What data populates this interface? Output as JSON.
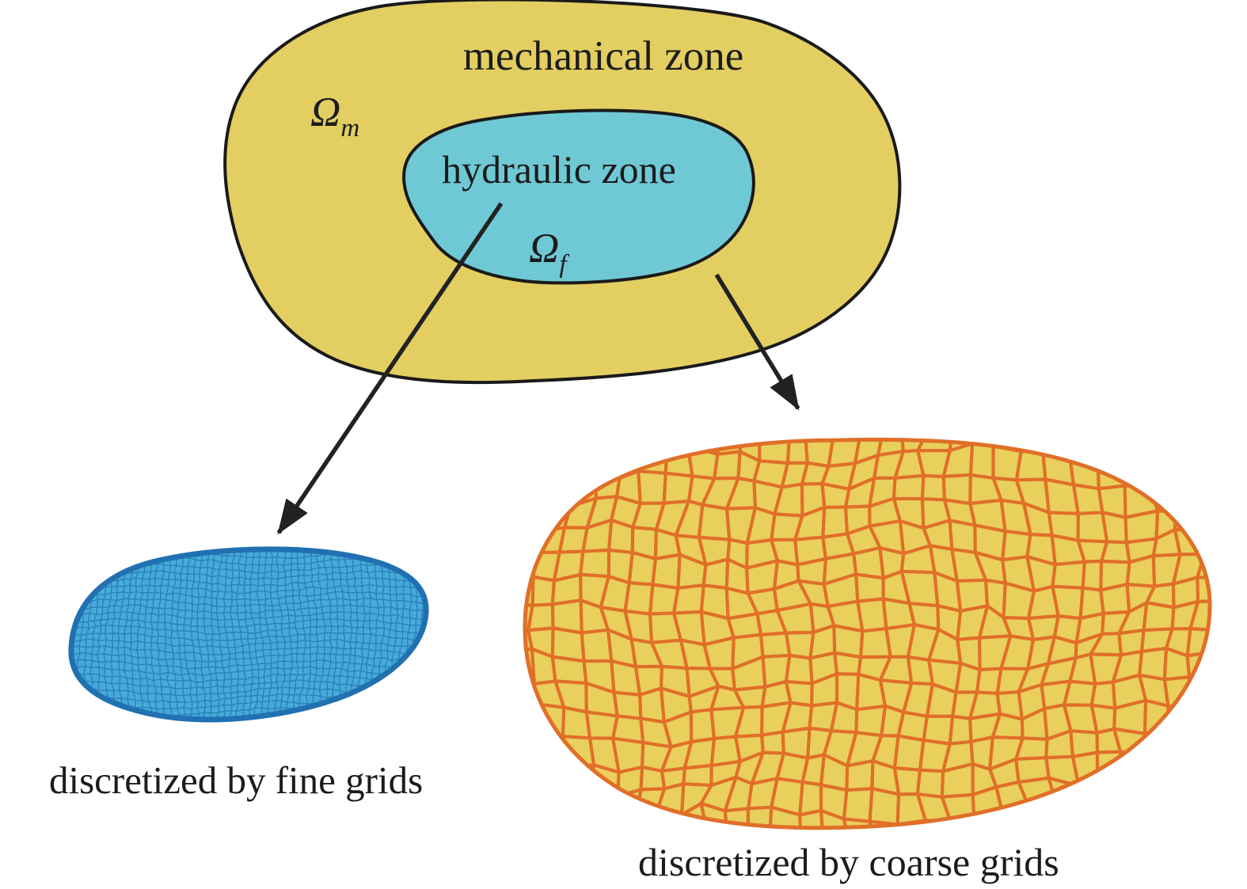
{
  "labels": {
    "mechanical_zone": "mechanical zone",
    "hydraulic_zone": "hydraulic zone",
    "omega_m": {
      "symbol": "Ω",
      "sub": "m"
    },
    "omega_f": {
      "symbol": "Ω",
      "sub": "f"
    },
    "fine_caption": "discretized by fine grids",
    "coarse_caption": "discretized by coarse grids"
  },
  "colors": {
    "background": "#ffffff",
    "mechanical_fill": "#e3ce62",
    "hydraulic_fill": "#6fc9d5",
    "outline": "#1a1a1a",
    "text": "#1c1c1c",
    "arrow": "#222222",
    "fine_mesh_fill": "#46abd8",
    "fine_mesh_line": "#2b80bd",
    "fine_mesh_edge": "#2171b2",
    "coarse_mesh_fill": "#e9cf5c",
    "coarse_mesh_line": "#e06f28"
  }
}
